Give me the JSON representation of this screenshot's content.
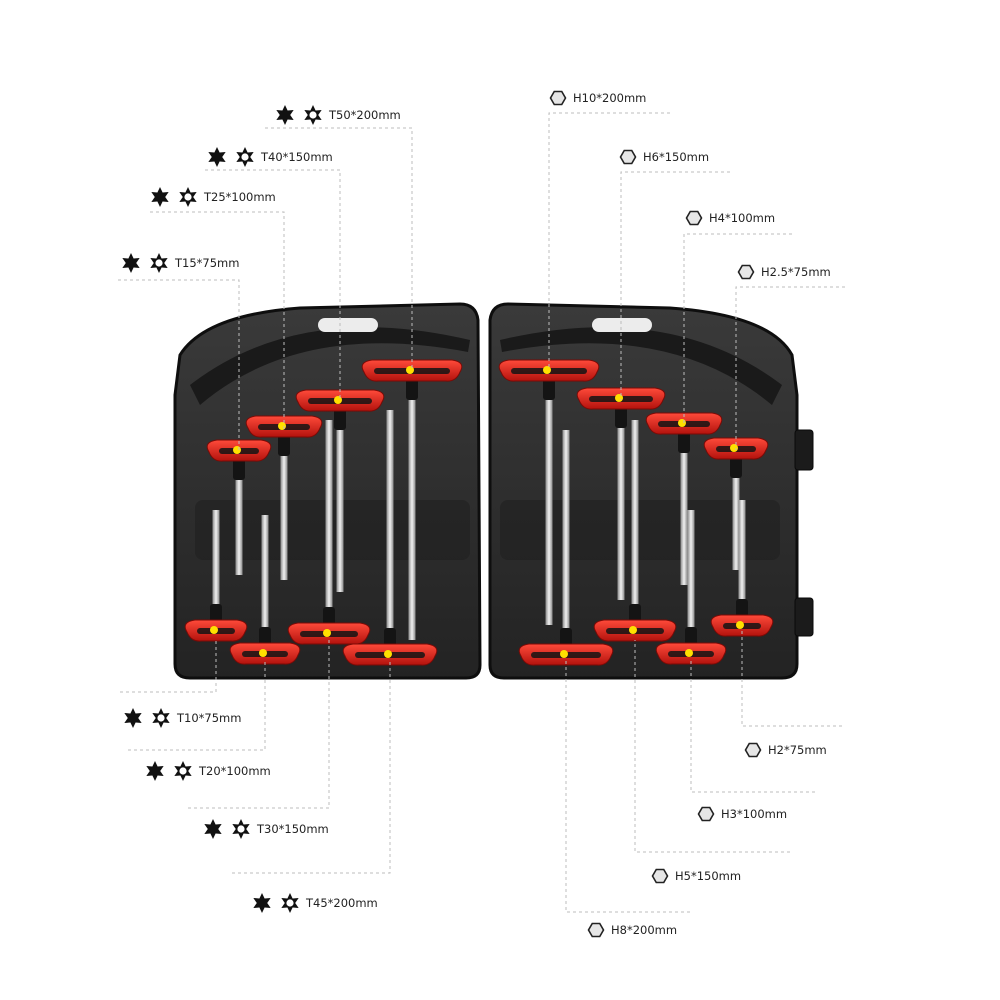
{
  "product": {
    "name": "T-handle hex and Torx key set in carry case",
    "colors": {
      "case": "#2b2b2b",
      "case_edge": "#111111",
      "handle": "#e0201a",
      "handle_grip": "#141414",
      "dot": "#ffe000",
      "shaft": "#d8d8d8"
    }
  },
  "torx_labels": [
    {
      "text": "T50*200mm",
      "icon": "torx-star-icon"
    },
    {
      "text": "T40*150mm",
      "icon": "torx-star-icon"
    },
    {
      "text": "T25*100mm",
      "icon": "torx-star-icon"
    },
    {
      "text": "T15*75mm",
      "icon": "torx-star-icon"
    },
    {
      "text": "T10*75mm",
      "icon": "torx-star-icon"
    },
    {
      "text": "T20*100mm",
      "icon": "torx-star-icon"
    },
    {
      "text": "T30*150mm",
      "icon": "torx-star-icon"
    },
    {
      "text": "T45*200mm",
      "icon": "torx-star-icon"
    }
  ],
  "hex_labels": [
    {
      "text": "H10*200mm",
      "icon": "hexagon-icon"
    },
    {
      "text": "H6*150mm",
      "icon": "hexagon-icon"
    },
    {
      "text": "H4*100mm",
      "icon": "hexagon-icon"
    },
    {
      "text": "H2.5*75mm",
      "icon": "hexagon-icon"
    },
    {
      "text": "H2*75mm",
      "icon": "hexagon-icon"
    },
    {
      "text": "H3*100mm",
      "icon": "hexagon-icon"
    },
    {
      "text": "H5*150mm",
      "icon": "hexagon-icon"
    },
    {
      "text": "H8*200mm",
      "icon": "hexagon-icon"
    }
  ]
}
